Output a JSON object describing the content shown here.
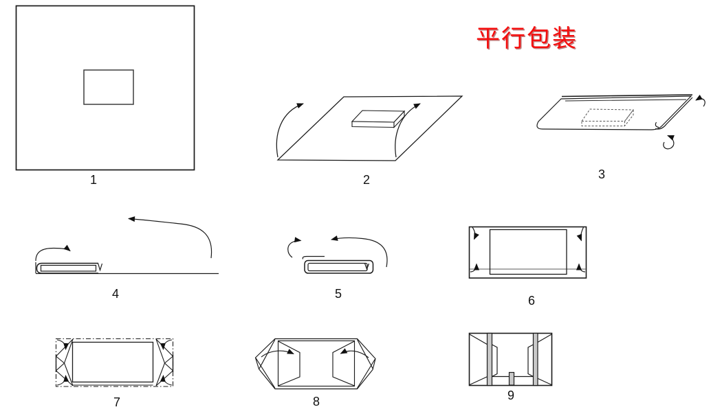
{
  "title": {
    "text": "平行包装",
    "color": "#ff0000"
  },
  "steps": [
    {
      "label": "1"
    },
    {
      "label": "2"
    },
    {
      "label": "3"
    },
    {
      "label": "4"
    },
    {
      "label": "5"
    },
    {
      "label": "6"
    },
    {
      "label": "7"
    },
    {
      "label": "8"
    },
    {
      "label": "9"
    }
  ],
  "colors": {
    "line": "#1a1a1a",
    "band_fill": "#c9c9c9",
    "title_red": "#ff0000"
  }
}
